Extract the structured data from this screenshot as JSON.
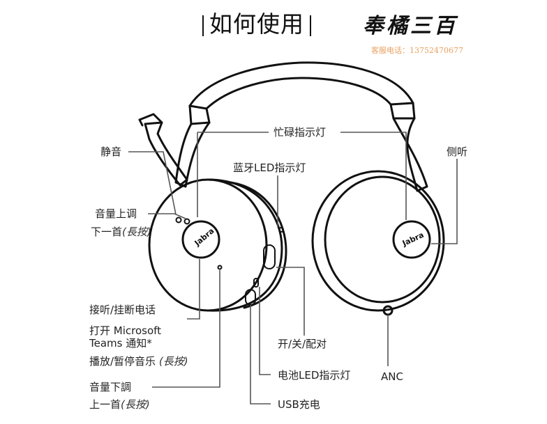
{
  "title": "如何使用",
  "shop": {
    "name": "奉橘三百",
    "phone_label": "客服电话：13752470677"
  },
  "brand_logo_text": "Jabra",
  "labels": {
    "busy_led": "忙碌指示灯",
    "mute": "静音",
    "sidetone": "侧听",
    "bt_led": "蓝牙LED指示灯",
    "vol_up": "音量上调",
    "next_track": "下一首",
    "long_press_1": "(長按)",
    "answer_end": "接听/挂断电话",
    "teams_line1": "打开 Microsoft",
    "teams_line2": "Teams 通知*",
    "play_pause": "播放/暂停音乐",
    "long_press_2": "(長按)",
    "power_pair": "开/关/配对",
    "battery_led": "电池LED指示灯",
    "anc": "ANC",
    "vol_down": "音量下調",
    "prev_track": "上一首",
    "long_press_3": "(長按)",
    "usb_charge": "USB充电"
  },
  "colors": {
    "line": "#111111",
    "leader": "#555555",
    "text": "#222222",
    "phone": "#e8a060"
  }
}
